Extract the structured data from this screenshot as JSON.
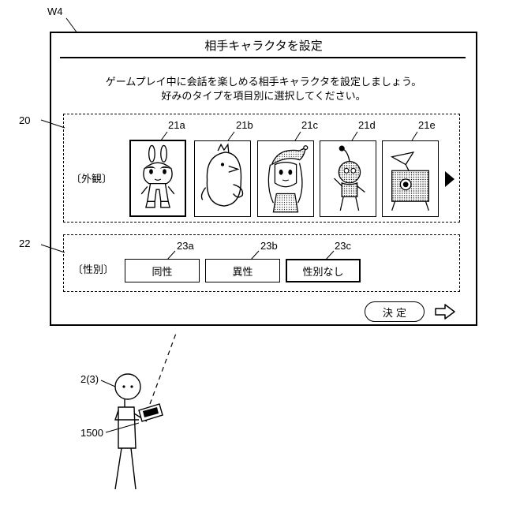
{
  "window": {
    "ref_label": "W4",
    "title": "相手キャラクタを設定",
    "instruction_line1": "ゲームプレイ中に会話を楽しめる相手キャラクタを設定しましょう。",
    "instruction_line2": "好みのタイプを項目別に選択してください。"
  },
  "appearance_section": {
    "ref_label": "20",
    "row_label": "〔外観〕",
    "next_icon": "triangle-right-icon",
    "characters": [
      {
        "ref": "21a",
        "kind": "rabbit-character",
        "selected": true
      },
      {
        "ref": "21b",
        "kind": "chick-character",
        "selected": false
      },
      {
        "ref": "21c",
        "kind": "jester-girl-character",
        "selected": false
      },
      {
        "ref": "21d",
        "kind": "antenna-alien-character",
        "selected": false
      },
      {
        "ref": "21e",
        "kind": "tv-robot-character",
        "selected": false
      }
    ]
  },
  "gender_section": {
    "ref_label": "22",
    "row_label": "〔性別〕",
    "options": [
      {
        "ref": "23a",
        "label": "同性",
        "selected": false
      },
      {
        "ref": "23b",
        "label": "異性",
        "selected": false
      },
      {
        "ref": "23c",
        "label": "性別なし",
        "selected": true
      }
    ]
  },
  "confirm": {
    "label": "決 定",
    "next_icon": "arrow-right-icon"
  },
  "user": {
    "ref_label": "2(3)",
    "device_ref_label": "1500"
  }
}
